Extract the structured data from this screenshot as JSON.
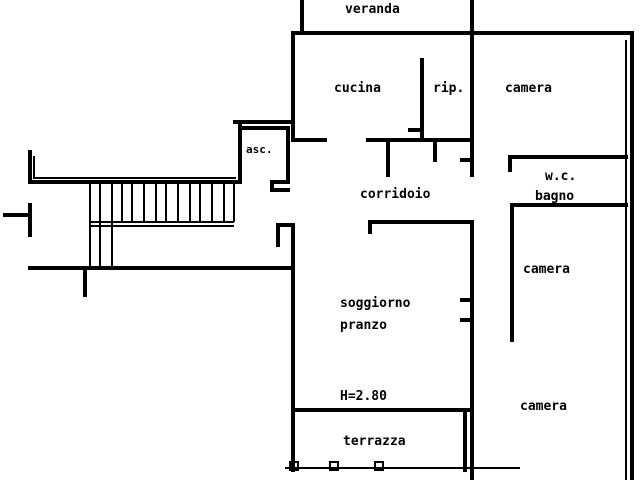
{
  "plan": {
    "rooms": {
      "veranda": "veranda",
      "cucina": "cucina",
      "ripostiglio": "rip.",
      "camera_1": "camera",
      "ascensore": "asc.",
      "corridoio": "corridoio",
      "wc": "w.c.",
      "bagno": "bagno",
      "camera_2": "camera",
      "soggiorno": "soggiorno",
      "pranzo": "pranzo",
      "camera_3": "camera",
      "terrazza": "terrazza"
    },
    "height_note": "H=2.80"
  }
}
